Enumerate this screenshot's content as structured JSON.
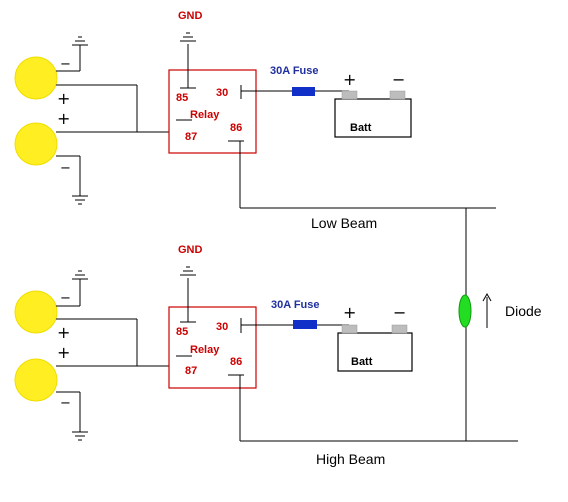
{
  "circuits": [
    {
      "gnd_label": "GND",
      "relay_label": "Relay",
      "pins": {
        "p85": "85",
        "p30": "30",
        "p87": "87",
        "p86": "86"
      },
      "fuse_label": "30A Fuse",
      "battery_label": "Batt",
      "battery_plus": "+",
      "battery_minus": "−",
      "lamp_signs": {
        "top_minus": "−",
        "top_plus": "+",
        "bottom_plus": "+",
        "bottom_minus": "−"
      },
      "beam_label": "Low Beam"
    },
    {
      "gnd_label": "GND",
      "relay_label": "Relay",
      "pins": {
        "p85": "85",
        "p30": "30",
        "p87": "87",
        "p86": "86"
      },
      "fuse_label": "30A Fuse",
      "battery_label": "Batt",
      "battery_plus": "+",
      "battery_minus": "−",
      "lamp_signs": {
        "top_minus": "−",
        "top_plus": "+",
        "bottom_plus": "+",
        "bottom_minus": "−"
      },
      "beam_label": "High Beam"
    }
  ],
  "diode_label": "Diode",
  "colors": {
    "relay": "#cc0000",
    "fuse": "#1030c8",
    "lamp": "#ffee22",
    "diode": "#22dd22"
  }
}
